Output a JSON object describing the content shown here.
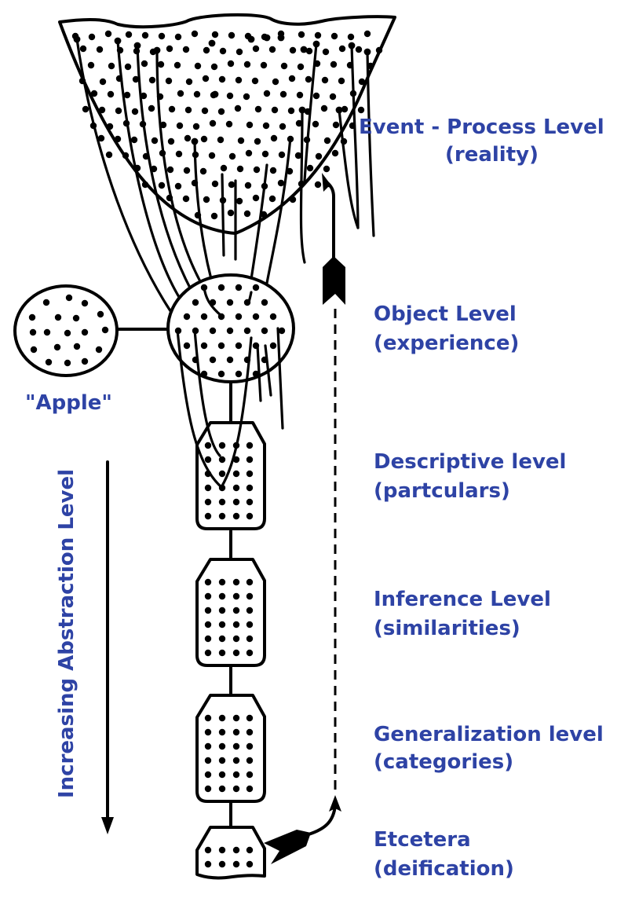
{
  "colors": {
    "label": "#2e43a5",
    "ink": "#000000",
    "background": "#ffffff"
  },
  "levels": [
    {
      "title": "Event - Process Level",
      "subtitle": "(reality)"
    },
    {
      "title": "Object Level",
      "subtitle": "(experience)"
    },
    {
      "title": "Descriptive level",
      "subtitle": "(partculars)"
    },
    {
      "title": "Inference Level",
      "subtitle": "(similarities)"
    },
    {
      "title": "Generalization level",
      "subtitle": "(categories)"
    },
    {
      "title": "Etcetera",
      "subtitle": "(deification)"
    }
  ],
  "name_label": "\"Apple\"",
  "axis_label": "Increasing Abstraction Level",
  "icons": {
    "abstraction_arrow": "down-arrow-icon",
    "feedback_arrow": "up-arrow-icon"
  }
}
